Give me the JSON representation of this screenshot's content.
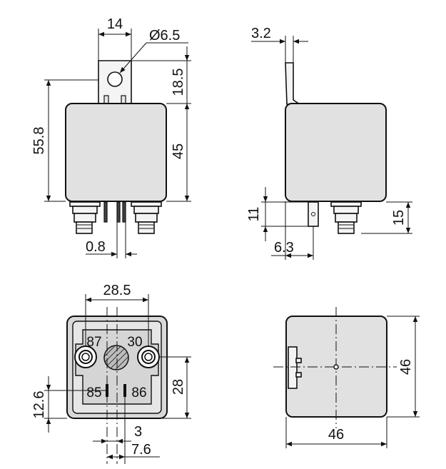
{
  "dimensions": {
    "tab_width": "14",
    "hole_diameter": "Ø6.5",
    "overall_height": "55.8",
    "tab_height": "18.5",
    "body_height": "45",
    "pin_width": "0.8",
    "tab_thickness": "3.2",
    "pin_length": "11",
    "stud_length": "15",
    "pin_offset": "6.3",
    "stud_spacing": "28.5",
    "stud_vertical": "28",
    "pin_vertical": "12.6",
    "pin_gap": "3",
    "pin_span": "7.6",
    "width": "46",
    "depth": "46"
  },
  "terminals": {
    "t87": "87",
    "t30": "30",
    "t85": "85",
    "t86": "86"
  }
}
